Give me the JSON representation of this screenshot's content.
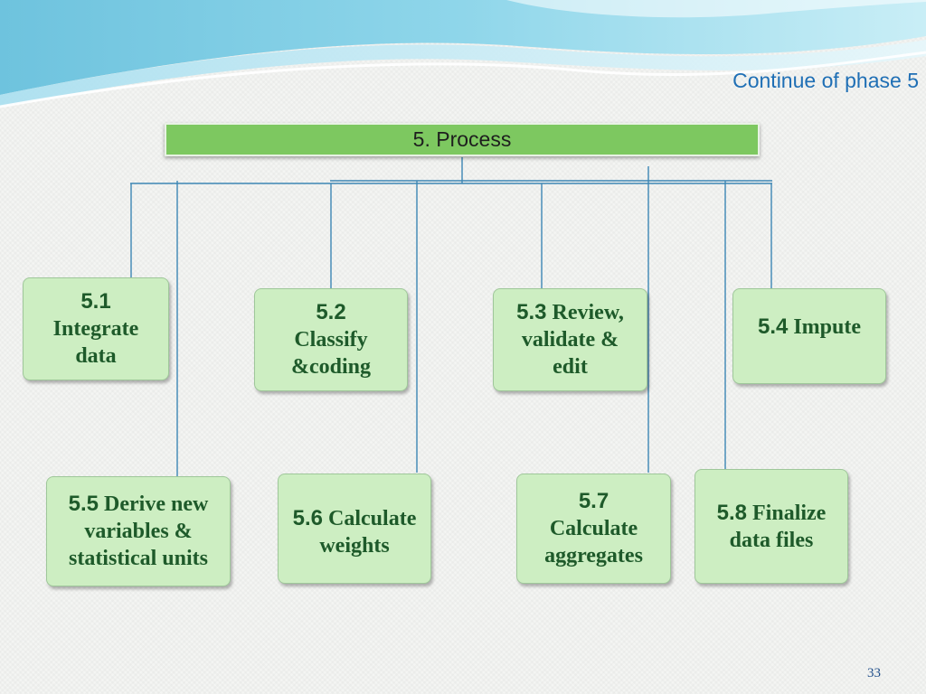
{
  "header": {
    "subtitle": "Continue of phase 5"
  },
  "root": {
    "label": "5. Process"
  },
  "nodes": [
    {
      "num": "5.1",
      "label": "Integrate data"
    },
    {
      "num": "5.2",
      "label": "Classify &coding"
    },
    {
      "num": "5.3",
      "label": "Review, validate & edit"
    },
    {
      "num": "5.4",
      "label": "Impute"
    },
    {
      "num": "5.5",
      "label": "Derive new variables & statistical units"
    },
    {
      "num": "5.6",
      "label": "Calculate weights"
    },
    {
      "num": "5.7",
      "label": "Calculate aggregates"
    },
    {
      "num": "5.8",
      "label": "Finalize data files"
    }
  ],
  "footer": {
    "page_number": "33"
  },
  "colors": {
    "accent_blue": "#1f6fb5",
    "bar_green": "#7dc860",
    "box_fill": "#cdeec2",
    "box_text": "#1e5a2a",
    "connector": "#3c86b4"
  }
}
